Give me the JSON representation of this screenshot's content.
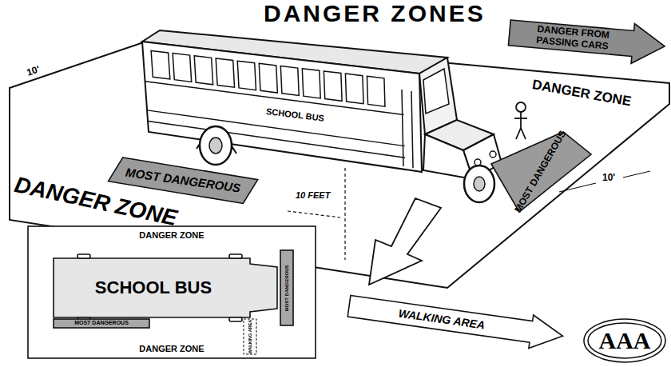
{
  "diagram": {
    "title": "DANGER ZONES",
    "nodes": [
      {
        "text": [
          "DANGER FROM PASSING CARS"
        ]
      },
      {
        "text": [
          "MOST DANGEROUS"
        ]
      },
      {
        "text": [
          "MOST DANGEROUS"
        ]
      },
      {
        "text": [
          "DANGER ZONE",
          "DANGER ZONE"
        ]
      },
      {
        "text": [
          "SCHOOL BUS"
        ],
        "in": 3
      },
      {
        "text": [
          "MOST DANGEROUS"
        ],
        "in": 3
      },
      {
        "text": [
          "WALKING AREA"
        ],
        "in": 3
      },
      {
        "text": [
          "MOST DANGEROUS"
        ],
        "in": 3
      },
      {
        "text": [
          "WALKING AREA"
        ]
      },
      {
        "text": [
          "AAA"
        ]
      }
    ],
    "labels": [
      "DANGER ZONE",
      "10'",
      "SCHOOL BUS",
      "10'",
      "DANGER ZONE",
      "10 FEET"
    ]
  }
}
